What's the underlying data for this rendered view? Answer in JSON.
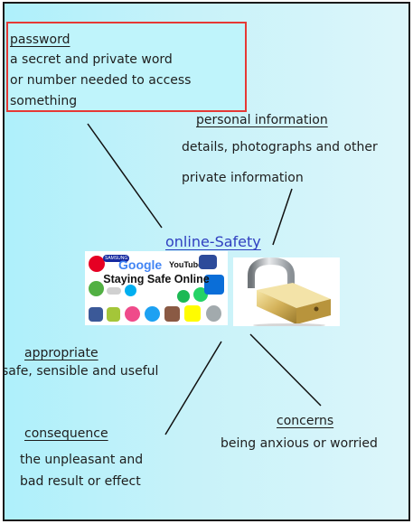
{
  "title": "online-Safety",
  "collage": {
    "caption": "Staying Safe Online",
    "logo_texts": [
      "SAMSUNG",
      "Google",
      "YouTube"
    ],
    "icons": [
      "pinterest-icon",
      "samsung-icon",
      "google-icon",
      "youtube-icon",
      "cover-icon",
      "xbox-icon",
      "playstation-icon",
      "skype-icon",
      "spotify-icon",
      "whatsapp-icon",
      "facebook-icon",
      "android-icon",
      "itunes-icon",
      "twitter-icon",
      "instagram-icon",
      "snapchat-icon",
      "apple-icon",
      "windows-icon"
    ]
  },
  "padlock_icon": "padlock-icon",
  "terms": [
    {
      "id": "password",
      "term": "password",
      "definition_lines": [
        "a secret and private word",
        "or number needed to access",
        "something"
      ],
      "box_color": "#e53935"
    },
    {
      "id": "personal",
      "term": "personal information",
      "definition_lines": [
        "details, photographs and other",
        "private information"
      ]
    },
    {
      "id": "appropriate",
      "term": "appropriate",
      "definition_lines": [
        "safe, sensible and useful"
      ]
    },
    {
      "id": "consequence",
      "term": "consequence",
      "definition_lines": [
        "the unpleasant and",
        "bad result or effect"
      ]
    },
    {
      "id": "concerns",
      "term": "concerns",
      "definition_lines": [
        "being anxious or worried"
      ]
    }
  ],
  "colors": {
    "background": "#bff4fb",
    "title": "#2f3fc0",
    "password_border": "#e53935"
  }
}
